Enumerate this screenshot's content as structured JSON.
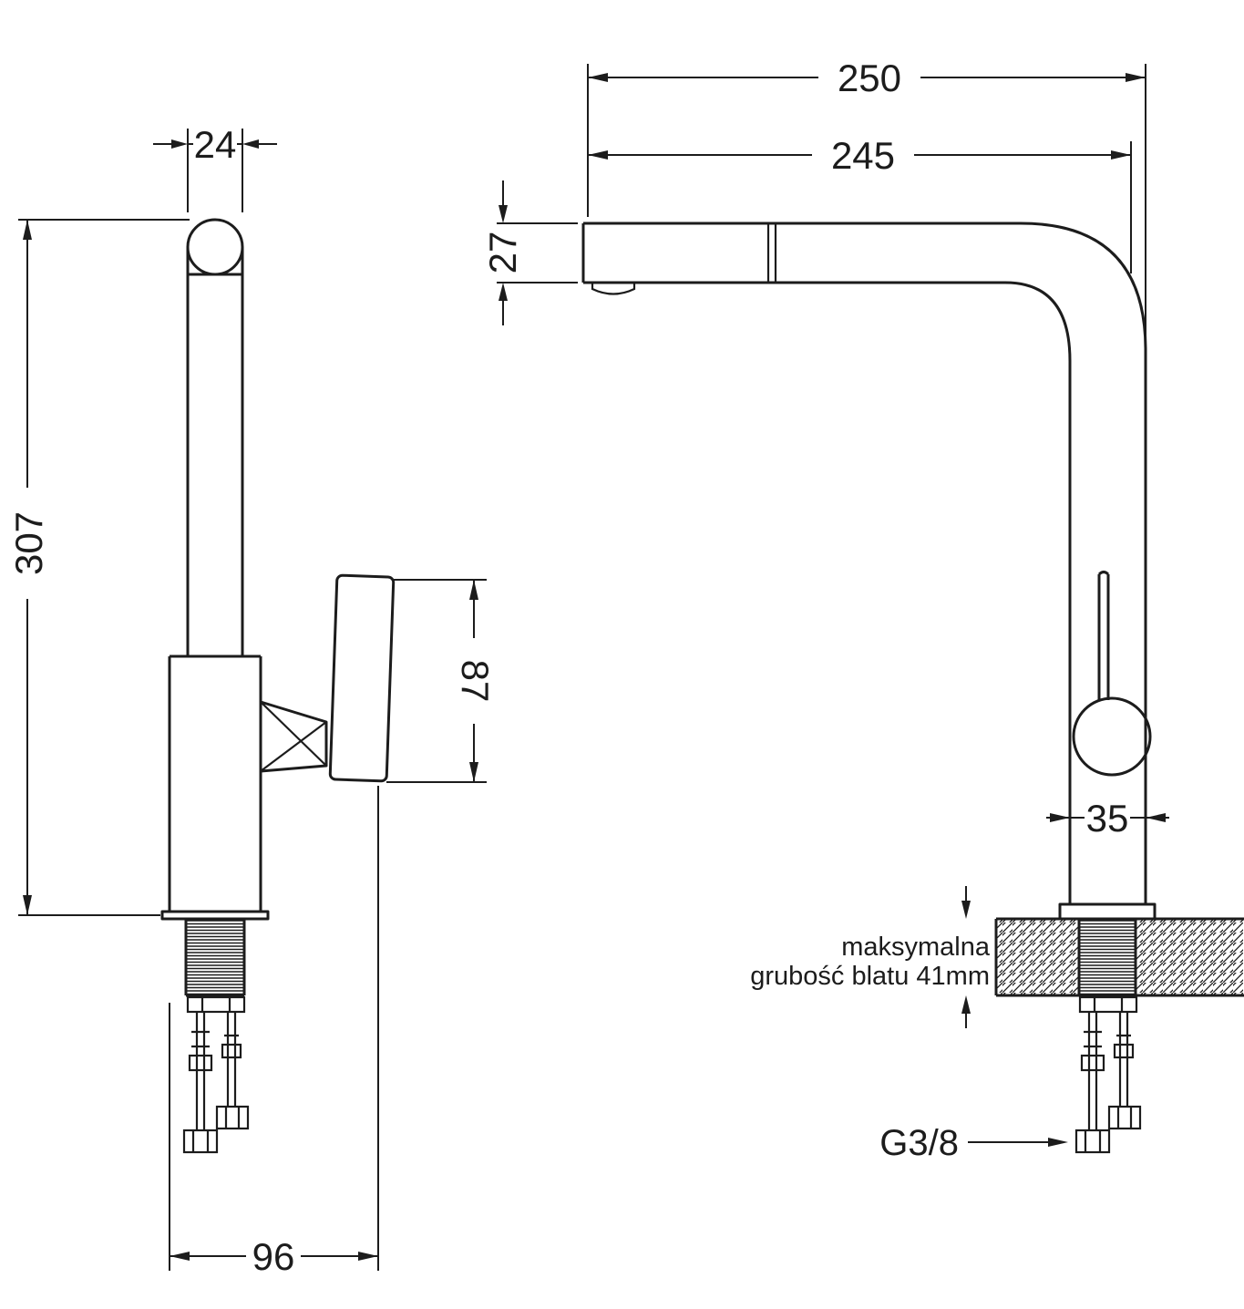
{
  "colors": {
    "line": "#1c1c1c",
    "background": "#ffffff"
  },
  "left_view": {
    "dim_spout_pipe_width": "24",
    "dim_total_height": "307",
    "dim_handle_length": "87",
    "dim_base_depth": "96"
  },
  "right_view": {
    "dim_total_reach": "250",
    "dim_spout_reach": "245",
    "dim_spout_height": "27",
    "dim_body_width": "35",
    "counter_note_line1": "maksymalna",
    "counter_note_line2": "grubość blatu 41mm",
    "thread_label": "G3/8"
  }
}
